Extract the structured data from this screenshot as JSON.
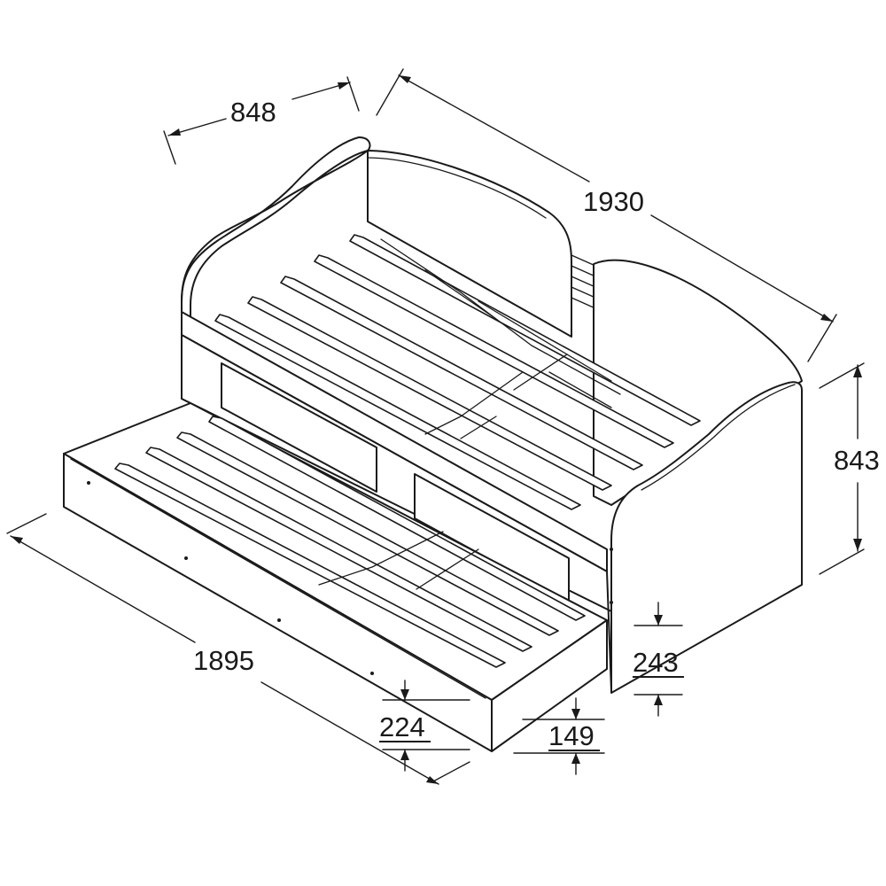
{
  "dimensions": {
    "depth": "848",
    "length": "1930",
    "height": "843",
    "trundle_length": "1895",
    "side_rail_height": "243",
    "trundle_height": "224",
    "trundle_gap": "149"
  }
}
